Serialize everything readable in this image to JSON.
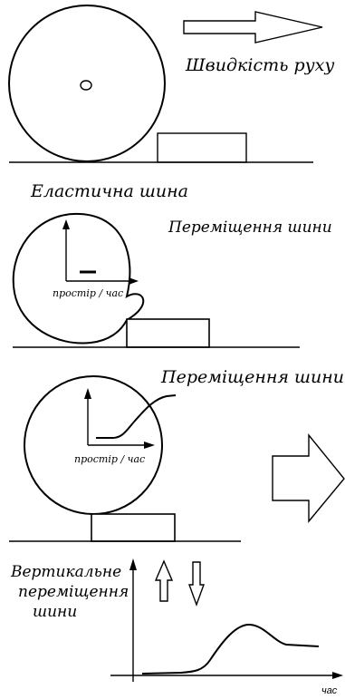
{
  "panel1": {
    "speed_label": "Швидкість руху"
  },
  "panel2": {
    "title": "Еластична шина",
    "displacement_label": "Переміщення шини",
    "axis_label": "простір / час"
  },
  "panel3": {
    "displacement_label": "Переміщення шини",
    "axis_label": "простір / час"
  },
  "panel4": {
    "vertical_label_line1": "Вертикальне",
    "vertical_label_line2": "переміщення",
    "vertical_label_line3": "шини",
    "time_label": "час"
  }
}
